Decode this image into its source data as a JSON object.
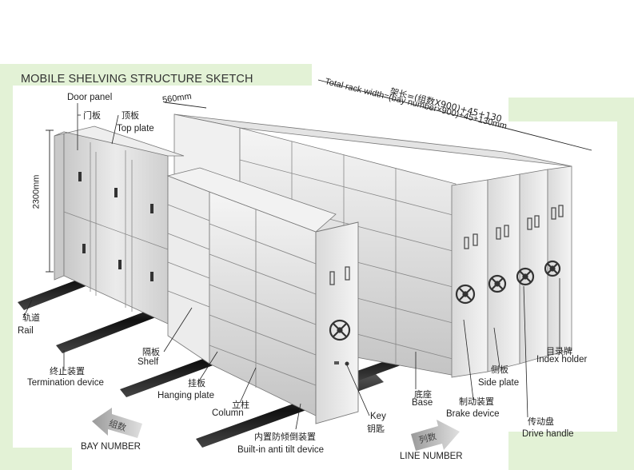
{
  "title": "MOBILE SHELVING  STRUCTURE SKETCH",
  "dimensions": {
    "depth": "560mm",
    "height": "2300mm",
    "total_width_zh": "架长=(组数X900)+45+130",
    "total_width_en": "Total rack width=(bay number×900)+45+130mm"
  },
  "labels": {
    "door_panel_en": "Door panel",
    "door_panel_zh": "门板",
    "top_plate_zh": "顶板",
    "top_plate_en": "Top plate",
    "rail_zh": "轨道",
    "rail_en": "Rail",
    "termination_zh": "终止装置",
    "termination_en": "Termination device",
    "shelf_zh": "隔板",
    "shelf_en": "Shelf",
    "hanging_zh": "挂板",
    "hanging_en": "Hanging plate",
    "column_zh": "立柱",
    "column_en": "Column",
    "antitilt_zh": "内置防倾倒装置",
    "antitilt_en": "Built-in anti tilt device",
    "key_en": "Key",
    "key_zh": "钥匙",
    "base_zh": "底座",
    "base_en": "Base",
    "brake_zh": "制动装置",
    "brake_en": "Brake device",
    "side_zh": "侧板",
    "side_en": "Side plate",
    "index_zh": "目录牌",
    "index_en": "Index holder",
    "drive_zh": "传动盘",
    "drive_en": "Drive handle"
  },
  "nav": {
    "bay_zh": "组数",
    "bay_en": "BAY NUMBER",
    "line_zh": "列数",
    "line_en": "LINE NUMBER"
  },
  "colors": {
    "frame_green": "#e3f2d6",
    "panel_gray": "#dcdcdc",
    "panel_dark": "#a9a9a9",
    "rail_black": "#1a1a1a"
  }
}
